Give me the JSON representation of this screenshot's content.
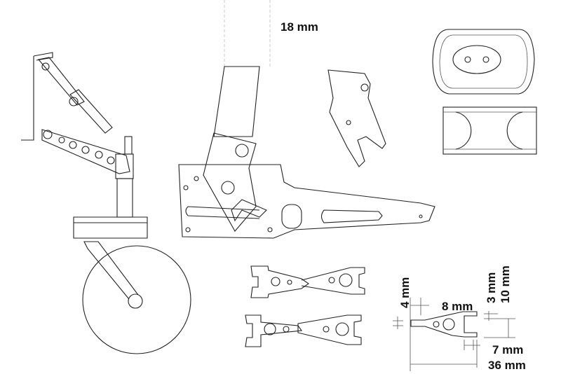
{
  "dimensions": {
    "tube_width": "18 mm",
    "arm_height": "4 mm",
    "arm_tip": "8 mm",
    "slot_gap": "3 mm",
    "slot_depth": "10 mm",
    "lower_offset": "7 mm",
    "arm_length": "36 mm"
  }
}
